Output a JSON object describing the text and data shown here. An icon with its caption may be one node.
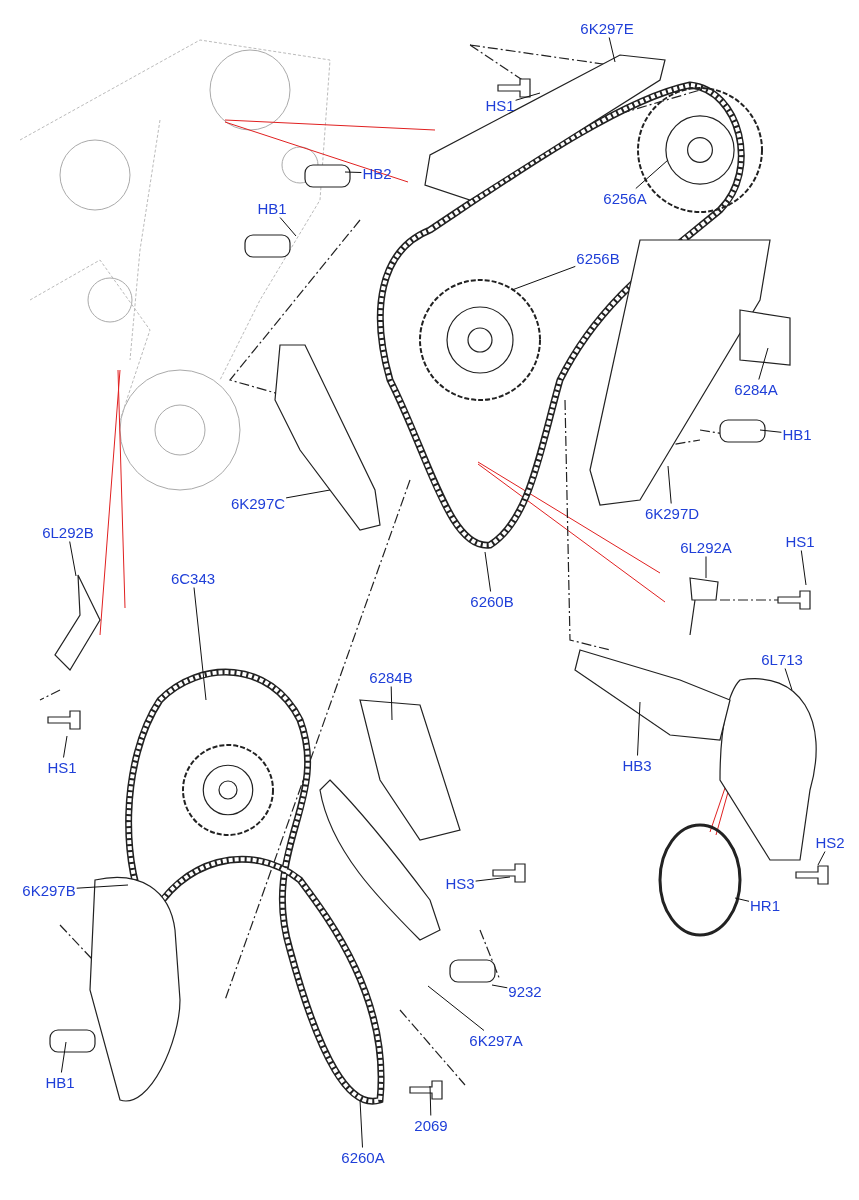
{
  "diagram": {
    "nodes": [
      {
        "text": [
          "6K297E"
        ]
      },
      {
        "text": [
          "HS1"
        ]
      },
      {
        "text": [
          "HB2"
        ]
      },
      {
        "text": [
          "HB1"
        ]
      },
      {
        "text": [
          "6256A"
        ]
      },
      {
        "text": [
          "6256B"
        ]
      },
      {
        "text": [
          "6284A"
        ]
      },
      {
        "text": [
          "HB1"
        ]
      },
      {
        "text": [
          "6K297C"
        ]
      },
      {
        "text": [
          "6K297D"
        ]
      },
      {
        "text": [
          "6L292B"
        ]
      },
      {
        "text": [
          "6C343"
        ]
      },
      {
        "text": [
          "6260B"
        ]
      },
      {
        "text": [
          "6L292A"
        ]
      },
      {
        "text": [
          "HS1"
        ]
      },
      {
        "text": [
          "6L713"
        ]
      },
      {
        "text": [
          "HS1"
        ]
      },
      {
        "text": [
          "HB3"
        ]
      },
      {
        "text": [
          "6284B"
        ]
      },
      {
        "text": [
          "HS2"
        ]
      },
      {
        "text": [
          "6K297B"
        ]
      },
      {
        "text": [
          "HS3"
        ]
      },
      {
        "text": [
          "HR1"
        ]
      },
      {
        "text": [
          "9232"
        ]
      },
      {
        "text": [
          "6K297A"
        ]
      },
      {
        "text": [
          "HB1"
        ]
      },
      {
        "text": [
          "2069"
        ]
      },
      {
        "text": [
          "6260A"
        ]
      }
    ],
    "edges": [
      {
        "from": 0,
        "to": null,
        "arrow": "none"
      },
      {
        "from": 1,
        "to": null,
        "arrow": "none"
      },
      {
        "from": 2,
        "to": null,
        "arrow": "none"
      },
      {
        "from": 3,
        "to": null,
        "arrow": "none"
      },
      {
        "from": 4,
        "to": null,
        "arrow": "none"
      },
      {
        "from": 5,
        "to": null,
        "arrow": "none"
      },
      {
        "from": 6,
        "to": null,
        "arrow": "none"
      },
      {
        "from": 7,
        "to": null,
        "arrow": "none"
      },
      {
        "from": 8,
        "to": null,
        "arrow": "none"
      },
      {
        "from": 9,
        "to": null,
        "arrow": "none"
      },
      {
        "from": 10,
        "to": null,
        "arrow": "none"
      },
      {
        "from": 11,
        "to": null,
        "arrow": "none"
      },
      {
        "from": 12,
        "to": null,
        "arrow": "none"
      },
      {
        "from": 13,
        "to": null,
        "arrow": "none"
      },
      {
        "from": 14,
        "to": null,
        "arrow": "none"
      },
      {
        "from": 15,
        "to": null,
        "arrow": "none"
      },
      {
        "from": 16,
        "to": null,
        "arrow": "none"
      },
      {
        "from": 17,
        "to": null,
        "arrow": "none"
      },
      {
        "from": 18,
        "to": null,
        "arrow": "none"
      },
      {
        "from": 19,
        "to": null,
        "arrow": "none"
      },
      {
        "from": 20,
        "to": null,
        "arrow": "none"
      },
      {
        "from": 21,
        "to": null,
        "arrow": "none"
      },
      {
        "from": 22,
        "to": null,
        "arrow": "none"
      },
      {
        "from": 23,
        "to": null,
        "arrow": "none"
      },
      {
        "from": 24,
        "to": null,
        "arrow": "none"
      },
      {
        "from": 25,
        "to": null,
        "arrow": "none"
      },
      {
        "from": 26,
        "to": null,
        "arrow": "none"
      },
      {
        "from": 27,
        "to": null,
        "arrow": "none"
      }
    ]
  }
}
